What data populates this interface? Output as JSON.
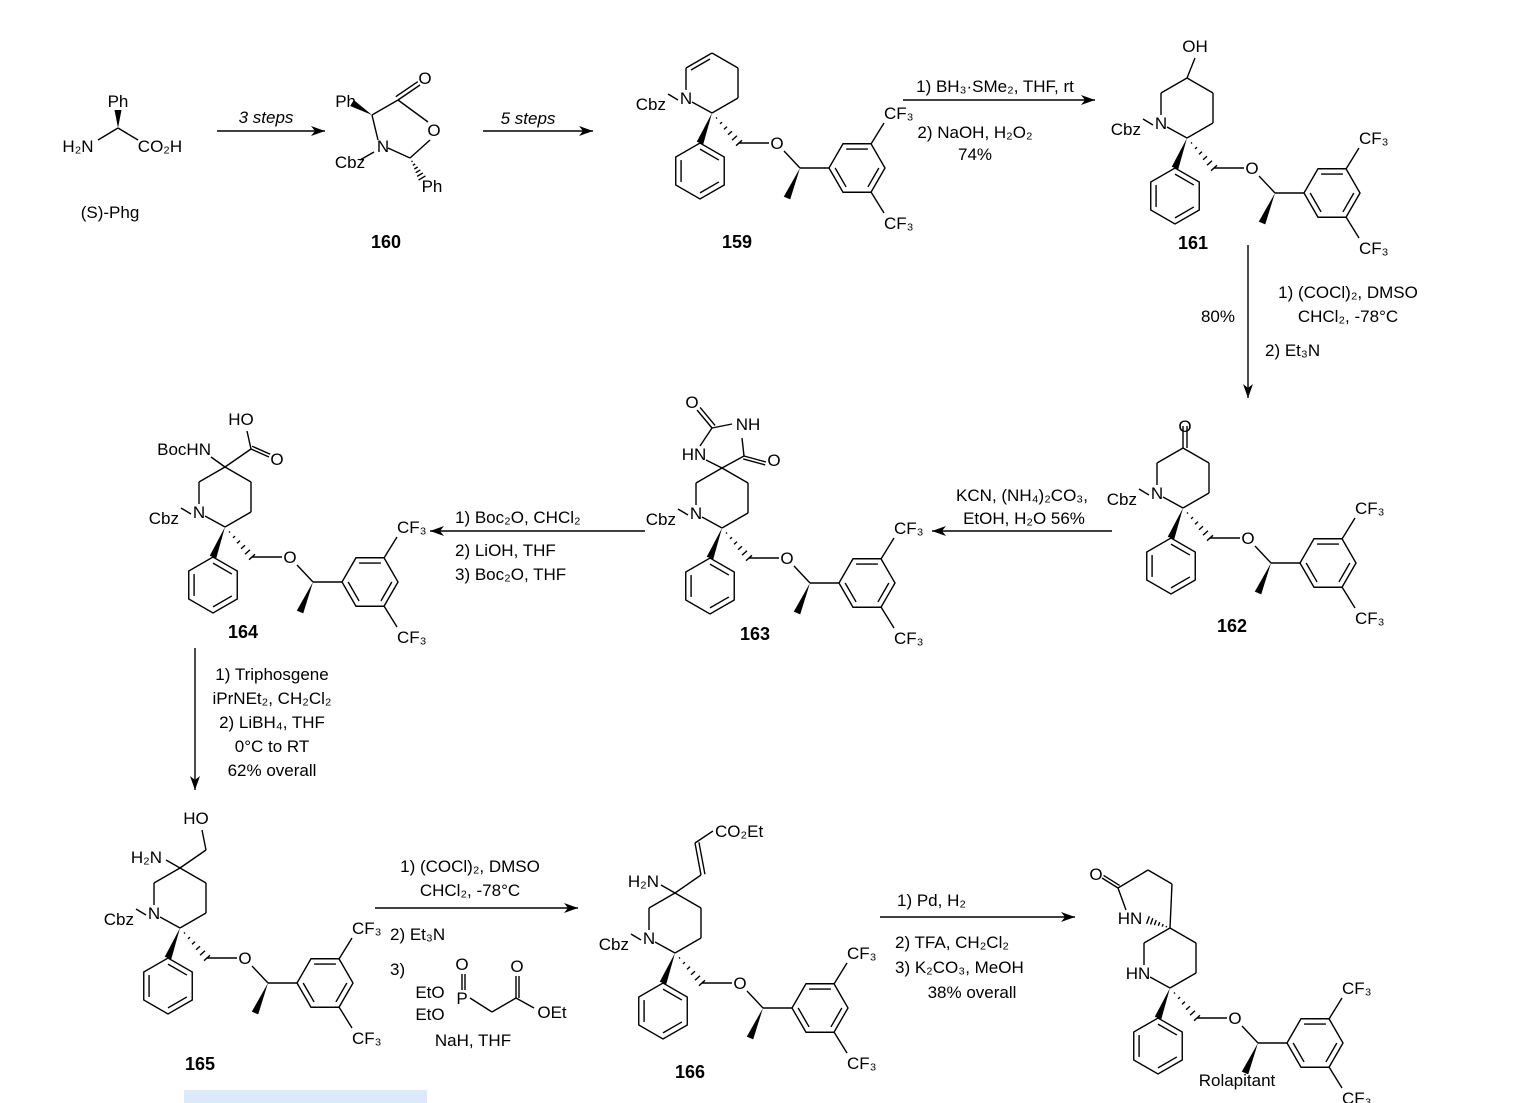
{
  "atoms": {
    "O": "O",
    "CF3": "CF₃",
    "N": "N",
    "Cbz": "Cbz",
    "HN": "HN",
    "NH": "NH",
    "Ph": "Ph",
    "OH": "OH",
    "HO": "HO",
    "H2N": "H₂N",
    "BocHN": "BocHN",
    "CO2H": "CO₂H",
    "CO2Et": "CO₂Et"
  },
  "compounds": {
    "phg": "(S)-Phg",
    "c160": "160",
    "c159": "159",
    "c161": "161",
    "c162": "162",
    "c163": "163",
    "c164": "164",
    "c165": "165",
    "c166": "166",
    "final": "Rolapitant"
  },
  "steps": {
    "s1": "3 steps",
    "s2": "5 steps",
    "s3": [
      "1) BH₃·SMe₂, THF, rt",
      "2) NaOH, H₂O₂",
      "74%"
    ],
    "s4": [
      "1) (COCl)₂, DMSO",
      "CHCl₂, -78°C",
      "2) Et₃N",
      "80%"
    ],
    "s5": [
      "KCN, (NH₄)₂CO₃,",
      "EtOH, H₂O 56%"
    ],
    "s6": [
      "1) Boc₂O, CHCl₂",
      "2) LiOH, THF",
      "3) Boc₂O, THF"
    ],
    "s7": [
      "1) Triphosgene",
      "iPrNEt₂, CH₂Cl₂",
      "2) LiBH₄, THF",
      "0°C to RT",
      "62% overall"
    ],
    "s8": [
      "1) (COCl)₂, DMSO",
      "CHCl₂, -78°C",
      "2) Et₃N",
      "3)",
      "NaH, THF"
    ],
    "phosphonate": {
      "EtO1": "EtO",
      "EtO2": "EtO",
      "P": "P",
      "O1": "O",
      "O2": "O",
      "OEt": "OEt"
    },
    "s9": [
      "1) Pd, H₂",
      "2) TFA, CH₂Cl₂",
      "3) K₂CO₃, MeOH",
      "38% overall"
    ]
  }
}
